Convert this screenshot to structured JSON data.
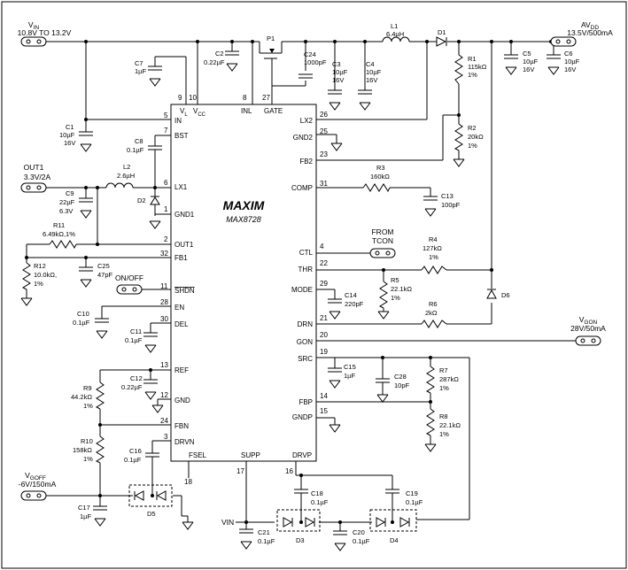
{
  "ic": {
    "logo": "MAXIM",
    "part": "MAX8728",
    "pins": {
      "in": "IN",
      "bst": "BST",
      "lx1": "LX1",
      "gnd1": "GND1",
      "out1": "OUT1",
      "fb1": "FB1",
      "shdn": "SHDN",
      "en": "EN",
      "del": "DEL",
      "ref": "REF",
      "gnd": "GND",
      "fbn": "FBN",
      "drvn": "DRVN",
      "vl": "V",
      "vl_sub": "L",
      "vcc": "V",
      "vcc_sub": "CC",
      "inl": "INL",
      "gate": "GATE",
      "lx2": "LX2",
      "gnd2": "GND2",
      "fb2": "FB2",
      "comp": "COMP",
      "ctl": "CTL",
      "thr": "THR",
      "mode": "MODE",
      "drn": "DRN",
      "gon": "GON",
      "src": "SRC",
      "fbp": "FBP",
      "gndp": "GNDP",
      "fsel": "FSEL",
      "supp": "SUPP",
      "drvp": "DRVP"
    },
    "pin_numbers": {
      "in": "5",
      "bst": "7",
      "lx1": "6",
      "gnd1": "1",
      "out1": "2",
      "fb1": "32",
      "shdn": "11",
      "en": "28",
      "del": "30",
      "ref": "13",
      "gnd": "12",
      "fbn": "24",
      "drvn": "3",
      "vl": "9",
      "vcc": "10",
      "inl": "8",
      "gate": "27",
      "lx2": "26",
      "gnd2": "25",
      "fb2": "23",
      "comp": "31",
      "ctl": "4",
      "thr": "22",
      "mode": "29",
      "drn": "21",
      "gon": "20",
      "src": "19",
      "fbp": "14",
      "gndp": "15",
      "fsel": "18",
      "supp": "17",
      "drvp": "16"
    }
  },
  "terminals": {
    "vin": {
      "name": "V",
      "sub": "IN",
      "value": "10.8V TO 13.2V"
    },
    "avdd": {
      "name": "AV",
      "sub": "DD",
      "value": "13.5V/500mA"
    },
    "out1": {
      "name": "OUT1",
      "value": "3.3V/2A"
    },
    "onoff": {
      "name": "ON/OFF"
    },
    "from_tcon": {
      "line1": "FROM",
      "line2": "TCON"
    },
    "vgon": {
      "name": "V",
      "sub": "GON",
      "value": "28V/50mA"
    },
    "vgoff": {
      "name": "V",
      "sub": "GOFF",
      "value": "-6V/150mA"
    },
    "vin_bottom": "VIN"
  },
  "components": {
    "c7": {
      "ref": "C7",
      "value": "1µF"
    },
    "c2": {
      "ref": "C2",
      "value": "0.22µF"
    },
    "p1": {
      "ref": "P1"
    },
    "c24": {
      "ref": "C24",
      "value": "1000pF"
    },
    "c3": {
      "ref": "C3",
      "value": "10µF",
      "rating": "16V"
    },
    "c4": {
      "ref": "C4",
      "value": "10µF",
      "rating": "16V"
    },
    "l1": {
      "ref": "L1",
      "value": "6.4µH"
    },
    "d1": {
      "ref": "D1"
    },
    "r1": {
      "ref": "R1",
      "value": "115kΩ",
      "tol": "1%"
    },
    "c5": {
      "ref": "C5",
      "value": "10µF",
      "rating": "16V"
    },
    "c6": {
      "ref": "C6",
      "value": "10µF",
      "rating": "16V"
    },
    "c1": {
      "ref": "C1",
      "value": "10µF",
      "rating": "16V"
    },
    "c8": {
      "ref": "C8",
      "value": "0.1µF"
    },
    "l2": {
      "ref": "L2",
      "value": "2.6µH"
    },
    "d2": {
      "ref": "D2"
    },
    "c9": {
      "ref": "C9",
      "value": "22µF",
      "rating": "6.3V"
    },
    "r11": {
      "ref": "R11",
      "value": "6.49kΩ,1%"
    },
    "r12": {
      "ref": "R12",
      "value": "10.0kΩ,",
      "tol": "1%"
    },
    "c25": {
      "ref": "C25",
      "value": "47pF"
    },
    "r2": {
      "ref": "R2",
      "value": "20kΩ",
      "tol": "1%"
    },
    "r3": {
      "ref": "R3",
      "value": "160kΩ"
    },
    "c13": {
      "ref": "C13",
      "value": "100pF"
    },
    "r4": {
      "ref": "R4",
      "value": "127kΩ",
      "tol": "1%"
    },
    "r5": {
      "ref": "R5",
      "value": "22.1kΩ",
      "tol": "1%"
    },
    "c14": {
      "ref": "C14",
      "value": "220pF"
    },
    "r6": {
      "ref": "R6",
      "value": "2kΩ"
    },
    "d6": {
      "ref": "D6"
    },
    "c10": {
      "ref": "C10",
      "value": "0.1µF"
    },
    "c11": {
      "ref": "C11",
      "value": "0.1µF"
    },
    "c12": {
      "ref": "C12",
      "value": "0.22µF"
    },
    "r9": {
      "ref": "R9",
      "value": "44.2kΩ",
      "tol": "1%"
    },
    "r10": {
      "ref": "R10",
      "value": "158kΩ",
      "tol": "1%"
    },
    "c16": {
      "ref": "C16",
      "value": "0.1µF"
    },
    "d5": {
      "ref": "D5"
    },
    "c17": {
      "ref": "C17",
      "value": "1µF"
    },
    "c15": {
      "ref": "C15",
      "value": "1µF"
    },
    "c28": {
      "ref": "C28",
      "value": "10pF"
    },
    "r7": {
      "ref": "R7",
      "value": "287kΩ",
      "tol": "1%"
    },
    "r8": {
      "ref": "R8",
      "value": "22.1kΩ",
      "tol": "1%"
    },
    "c18": {
      "ref": "C18",
      "value": "0.1µF"
    },
    "c19": {
      "ref": "C19",
      "value": "0.1µF"
    },
    "c21": {
      "ref": "C21",
      "value": "0.1µF"
    },
    "c20": {
      "ref": "C20",
      "value": "0.1µF"
    },
    "d3": {
      "ref": "D3"
    },
    "d4": {
      "ref": "D4"
    }
  }
}
